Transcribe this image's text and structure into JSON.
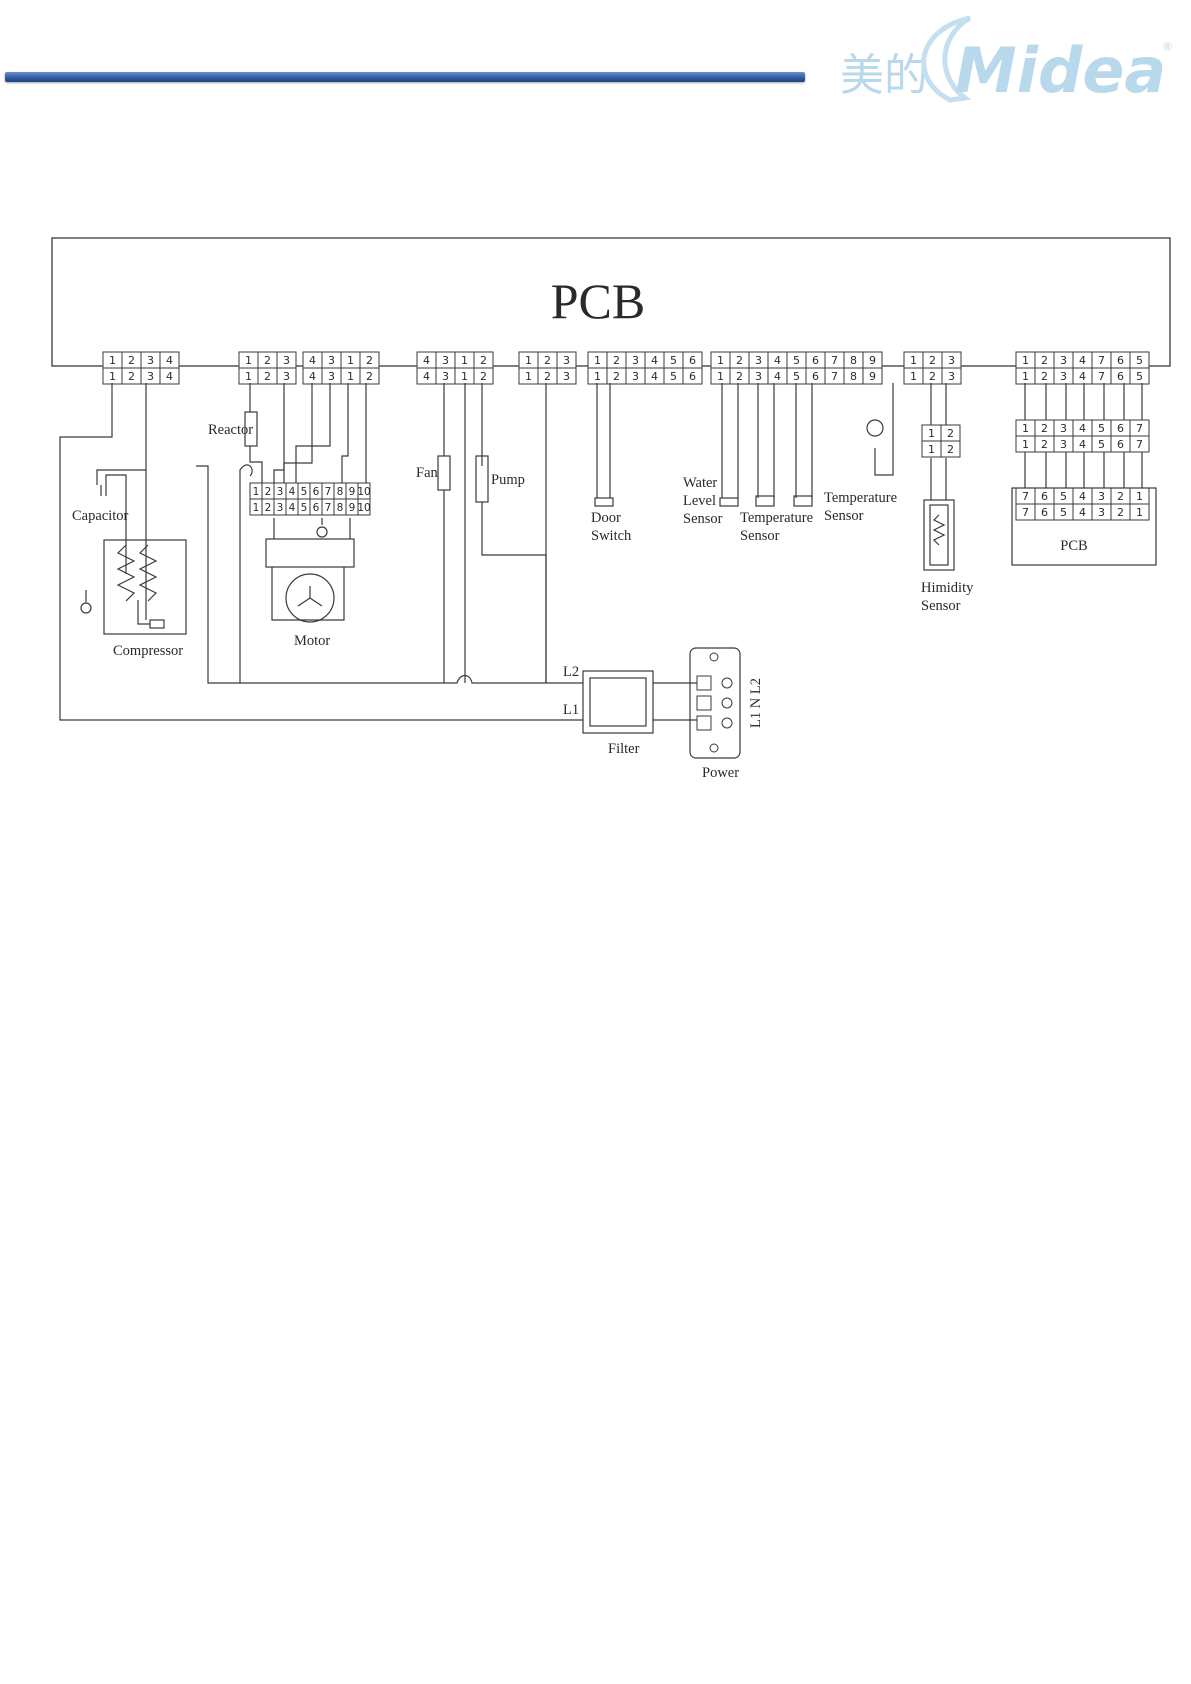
{
  "logo": {
    "chinese": "美的",
    "brand": "Midea",
    "trademark": "®",
    "color": "#a9cfe8"
  },
  "header_bar_color": "#2e5aa0",
  "diagram": {
    "main_board": "PCB",
    "connectors": {
      "compressor": [
        "1",
        "2",
        "3",
        "4"
      ],
      "reactor": [
        "1",
        "2",
        "3"
      ],
      "motor": [
        "4",
        "3",
        "1",
        "2"
      ],
      "fan_pump": [
        "4",
        "3",
        "1",
        "2"
      ],
      "line": [
        "1",
        "2",
        "3"
      ],
      "door": [
        "1",
        "2",
        "3",
        "4",
        "5",
        "6"
      ],
      "sensors": [
        "1",
        "2",
        "3",
        "4",
        "5",
        "6",
        "7",
        "8",
        "9"
      ],
      "humidity": [
        "1",
        "2",
        "3"
      ],
      "display": [
        "1",
        "2",
        "3",
        "4",
        "7",
        "6",
        "5"
      ],
      "display_mid": [
        "1",
        "2",
        "3",
        "4",
        "5",
        "6",
        "7"
      ],
      "display_pcb": [
        "7",
        "6",
        "5",
        "4",
        "3",
        "2",
        "1"
      ],
      "humidity_plug": [
        "1",
        "2"
      ],
      "motor_terminal": [
        "1",
        "2",
        "3",
        "4",
        "5",
        "6",
        "7",
        "8",
        "9",
        "10"
      ]
    },
    "labels": {
      "reactor": "Reactor",
      "capacitor": "Capacitor",
      "compressor": "Compressor",
      "motor": "Motor",
      "fan": "Fan",
      "pump": "Pump",
      "door_switch": [
        "Door",
        "Switch"
      ],
      "water_level_sensor": [
        "Water",
        "Level",
        "Sensor"
      ],
      "temperature_sensor_1": [
        "Temperature",
        "Sensor"
      ],
      "temperature_sensor_2": [
        "Temperature",
        "Sensor"
      ],
      "humidity_sensor": [
        "Himidity",
        "Sensor"
      ],
      "display_pcb": "PCB",
      "filter": "Filter",
      "power": "Power",
      "l2": "L2",
      "l1": "L1",
      "power_terminals": "L1 N L2"
    }
  }
}
